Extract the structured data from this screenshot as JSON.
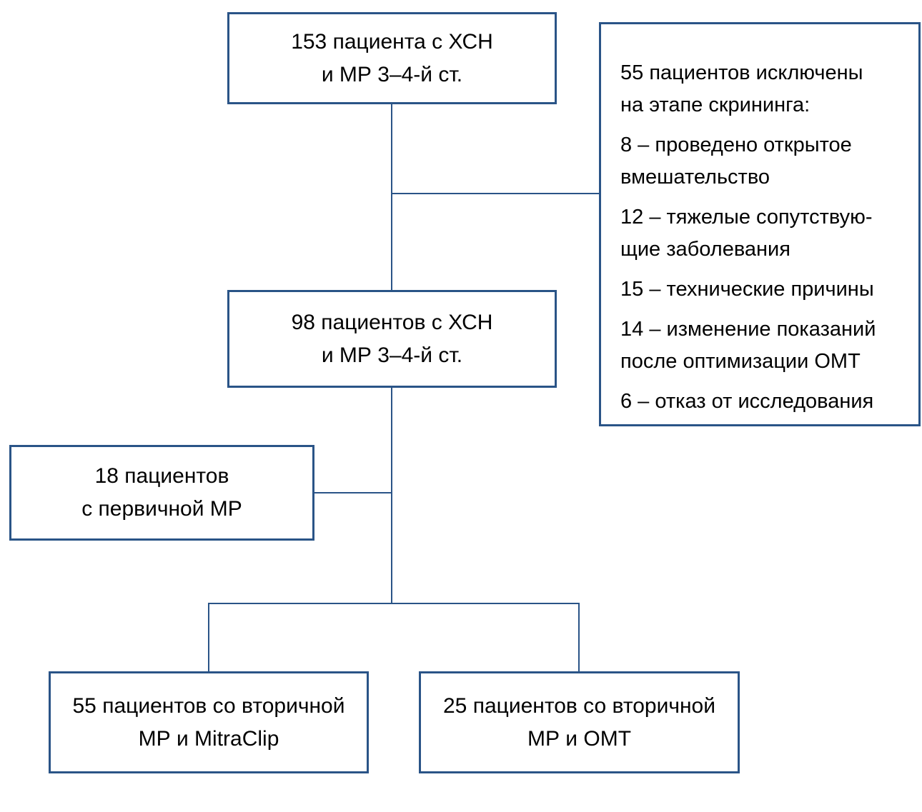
{
  "diagram": {
    "title": "Patient enrollment flowchart",
    "colors": {
      "line": "#2a5487",
      "text": "#000000",
      "background": "#ffffff"
    },
    "boxes": {
      "total": {
        "text": "153 пациента с ХСН\nи МР 3–4-й ст."
      },
      "excluded": {
        "paragraphs": [
          "55 пациентов исключены\nна этапе скрининга:",
          "8 – проведено открытое\nвмешательство",
          "12 – тяжелые сопутствую-\nщие заболевания",
          "15 – технические причины",
          "14 – изменение показаний\nпосле оптимизации ОМТ",
          "6 – отказ от исследования"
        ]
      },
      "screened": {
        "text": "98 пациентов с ХСН\nи МР 3–4-й ст."
      },
      "primary_mr": {
        "text": "18 пациентов\nс первичной МР"
      },
      "secondary_mr_mitraclip": {
        "text": "55 пациентов со вторичной\nМР и MitraClip"
      },
      "secondary_mr_omt": {
        "text": "25 пациентов со вторичной\nМР и ОМТ"
      }
    }
  }
}
